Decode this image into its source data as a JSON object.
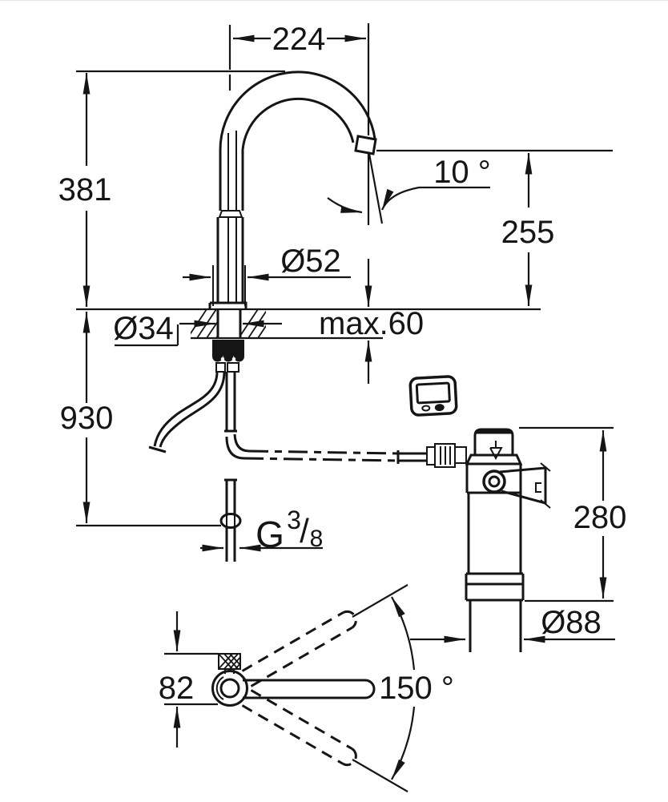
{
  "drawing": {
    "type": "faucet-with-filter-installation-dimensions",
    "line_color": "#151515",
    "background": "#ffffff"
  },
  "dims": {
    "spout_reach": "224",
    "spout_height": "381",
    "outlet_angle": "10 °",
    "outlet_height": "255",
    "body_diameter": "Ø52",
    "hole_diameter": "Ø34",
    "counter_max_thickness": "max.60",
    "supply_length": "930",
    "filter_height": "280",
    "filter_diameter": "Ø88",
    "handle_depth": "82",
    "swivel_angle": "150 °",
    "thread": {
      "g": "G",
      "num": "3",
      "slash": "/",
      "den": "8"
    }
  }
}
